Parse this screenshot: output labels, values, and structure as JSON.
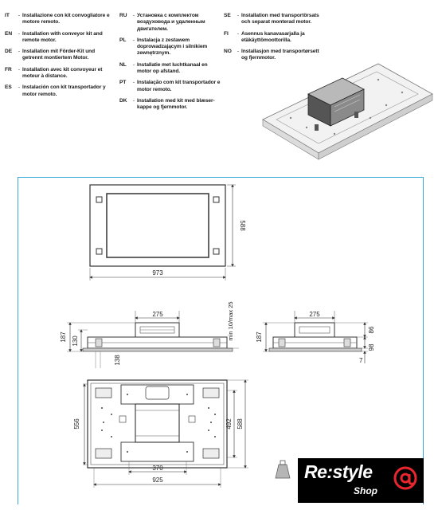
{
  "languages": {
    "col1": [
      {
        "code": "IT",
        "text": "Installazione con kit convogliatore e motore remoto."
      },
      {
        "code": "EN",
        "text": "Installation with conveyor kit and remote motor."
      },
      {
        "code": "DE",
        "text": "Installation mit Förder-Kit und getrennt montiertem Motor."
      },
      {
        "code": "FR",
        "text": "Installation avec kit convoyeur et moteur à distance."
      },
      {
        "code": "ES",
        "text": "Instalación con kit transportador y motor remoto."
      }
    ],
    "col2": [
      {
        "code": "RU",
        "text": "Установка с комплектом воздуховода и удаленным двигателем."
      },
      {
        "code": "PL",
        "text": "Instalacja z zestawem doprowadzającym i silnikiem zewnętrznym."
      },
      {
        "code": "NL",
        "text": "Installatie met luchtkanaal en motor op afstand."
      },
      {
        "code": "PT",
        "text": "Instalação com kit transportador e motor remoto."
      },
      {
        "code": "DK",
        "text": "Installation med kit med blæser-kappe og fjernmotor."
      }
    ],
    "col3": [
      {
        "code": "SE",
        "text": "Installation med transportörsats och separat monterad motor."
      },
      {
        "code": "FI",
        "text": "Asennus kanavasarjalla ja etäkäyttömoottorilla."
      },
      {
        "code": "NO",
        "text": "Installasjon med transportørsett og fjernmotor."
      }
    ]
  },
  "dimensions": {
    "top_width": "973",
    "top_height": "588",
    "front_duct": "275",
    "front_h187": "187",
    "front_h130": "130",
    "front_138": "138",
    "front_min": "min 10/max 25",
    "side_duct": "275",
    "side_h187": "187",
    "side_86": "86",
    "side_98": "98",
    "side_7": "7",
    "bottom_556": "556",
    "bottom_492": "492",
    "bottom_588": "588",
    "bottom_370": "370",
    "bottom_925": "925"
  },
  "logo": {
    "brand": "Re:style",
    "sub": "Shop",
    "accent_color": "#e8262d"
  },
  "colors": {
    "frame": "#3aa7d8"
  }
}
